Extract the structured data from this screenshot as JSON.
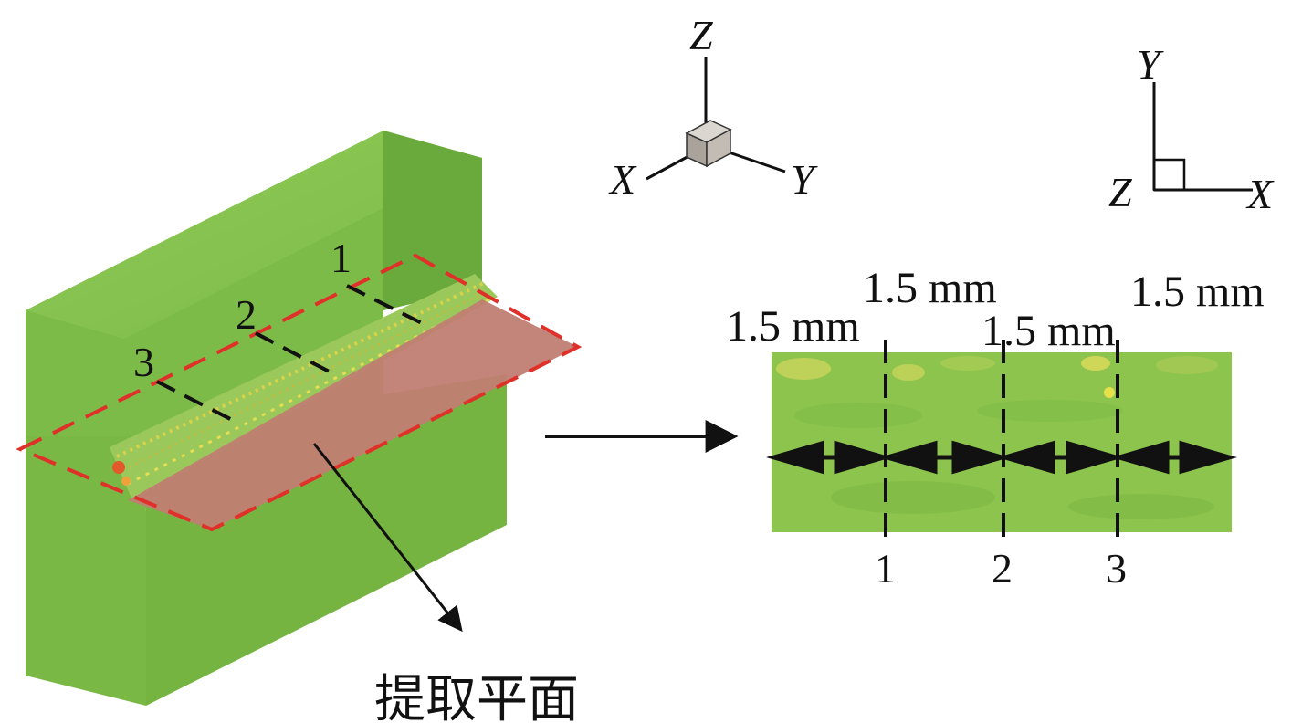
{
  "axes_iso": {
    "z": "Z",
    "x": "X",
    "y": "Y"
  },
  "axes_plane": {
    "y": "Y",
    "z": "Z",
    "x": "X"
  },
  "block": {
    "line_labels": [
      "1",
      "2",
      "3"
    ],
    "plane_caption": "提取平面"
  },
  "section": {
    "dimensions": [
      "1.5 mm",
      "1.5 mm",
      "1.5 mm",
      "1.5 mm"
    ],
    "line_labels": [
      "1",
      "2",
      "3"
    ]
  },
  "colors": {
    "block_front": "#7dbb48",
    "block_side": "#6aa93b",
    "block_top": "#8cc653",
    "plane_fill": "#c07e72",
    "dashed_outline": "#e0302a",
    "section_fill": "#8cc44d",
    "hot_spot": "#e6e04a"
  }
}
